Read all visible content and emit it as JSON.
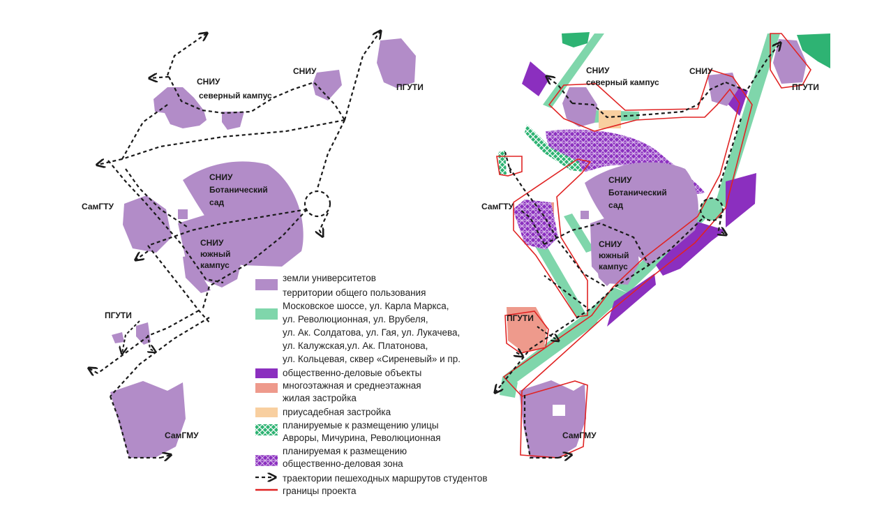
{
  "colors": {
    "university_land": "#b28cc8",
    "public_space": "#7fd6ab",
    "business": "#8b2fbf",
    "residential": "#ee9a8c",
    "low_rise": "#f8cfa0",
    "planned_streets": "#2eb373",
    "planned_business": "#8b2fbf",
    "route": "#1a1a1a",
    "border": "#e02424"
  },
  "labels": {
    "sniu": "СНИУ",
    "north_campus": "северный кампус",
    "botanic_l1": "СНИУ",
    "botanic_l2": "Ботанический",
    "botanic_l3": "сад",
    "south_l1": "СНИУ",
    "south_l2": "южный",
    "south_l3": "кампус",
    "pguti": "ПГУТИ",
    "samgtu": "СамГТУ",
    "samgmu": "СамГМУ"
  },
  "legend": {
    "university_land": "земли университетов",
    "public_space": [
      "территории общего пользования",
      "Московское шоссе, ул. Карла Маркса,",
      "ул. Революционная, ул. Врубеля,",
      "ул. Ак. Солдатова, ул. Гая, ул. Лукачева,",
      "ул. Калужская,ул. Ак. Платонова,",
      "ул. Кольцевая, сквер «Сиреневый» и пр."
    ],
    "business": "общественно-деловые объекты",
    "residential": [
      "многоэтажная и среднеэтажная",
      "жилая застройка"
    ],
    "low_rise": "приусадебная застройка",
    "planned_streets": [
      "планируемые к размещению улицы",
      "Авроры, Мичурина, Революционная"
    ],
    "planned_business": [
      "планируемая к размещению",
      "общественно-деловая зона"
    ],
    "routes": "траектории пешеходных маршрутов студентов",
    "border": "границы проекта"
  }
}
